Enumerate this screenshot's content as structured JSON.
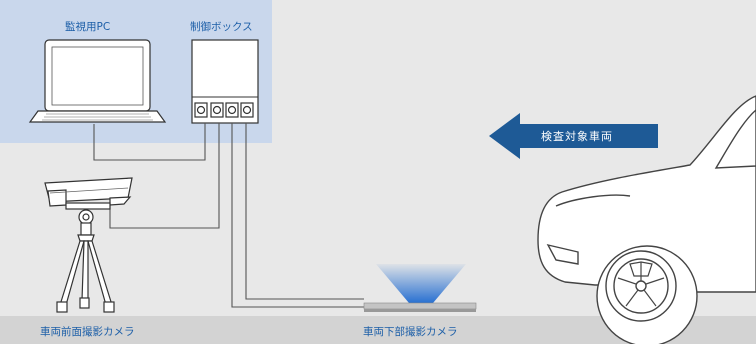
{
  "labels": {
    "monitor_pc": "監視用PC",
    "control_box": "制御ボックス",
    "vehicle_direction": "検査対象車両",
    "front_camera": "車両前面撮影カメラ",
    "under_camera": "車両下部撮影カメラ"
  },
  "colors": {
    "background": "#e8e8e8",
    "panel": "#c9d7ec",
    "accent": "#1d5fa8",
    "arrow": "#1e5a96",
    "line": "#555555",
    "floor": "#d3d3d3"
  },
  "icons": [
    "laptop-icon",
    "control-box-icon",
    "camera-icon",
    "tripod-icon",
    "under-camera-icon",
    "car-icon",
    "arrow-left-icon"
  ]
}
